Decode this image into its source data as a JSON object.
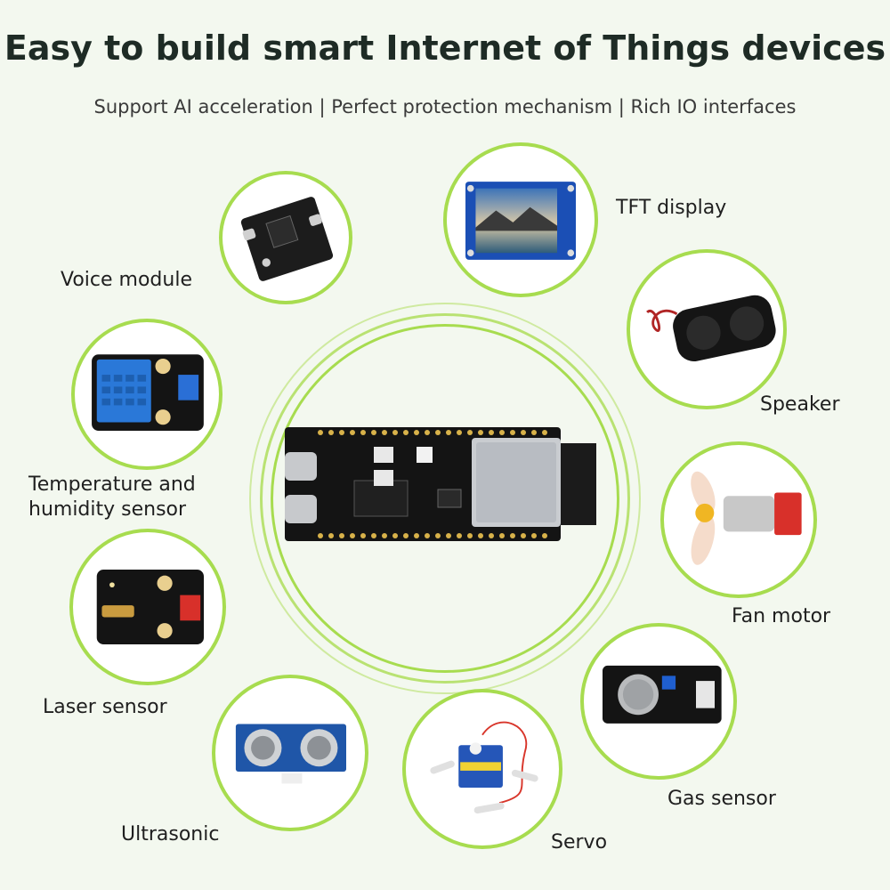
{
  "header": {
    "title": "Easy to build smart Internet of Things devices",
    "subtitle": "Support AI acceleration | Perfect protection mechanism | Rich IO interfaces"
  },
  "modules": {
    "voice": "Voice module",
    "tft": "TFT display",
    "speaker": "Speaker",
    "temp_line1": "Temperature and",
    "temp_line2": "humidity sensor",
    "fan": "Fan motor",
    "laser": "Laser sensor",
    "gas": "Gas sensor",
    "ultrasonic": "Ultrasonic",
    "servo": "Servo"
  },
  "colors": {
    "accent_green": "#a7dc4f",
    "background": "#f3f8ef",
    "board_black": "#141414"
  }
}
